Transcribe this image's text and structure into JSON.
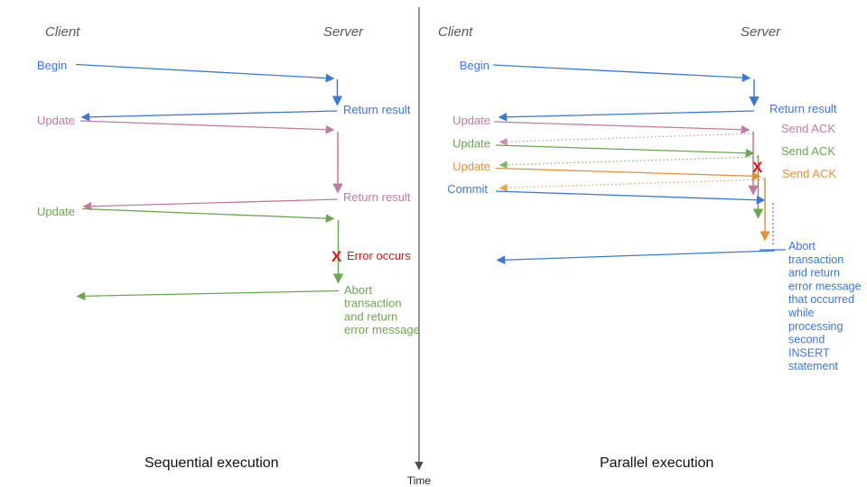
{
  "palette": {
    "blue": "#3c78d8",
    "pink": "#c27ba0",
    "green": "#6aa84f",
    "orange": "#e69138",
    "red": "#ee1111",
    "header_gray": "#595959",
    "axis_gray": "#4d4d4d"
  },
  "time_axis": {
    "label": "Time"
  },
  "left": {
    "title": "Sequential execution",
    "client_header": "Client",
    "server_header": "Server",
    "messages": {
      "begin": "Begin",
      "return_result_1": "Return result",
      "update_1": "Update",
      "return_result_2": "Return result",
      "update_2": "Update"
    },
    "error": {
      "x_icon": "X",
      "label": "Error occurs"
    },
    "abort_lines": [
      "Abort",
      "transaction",
      "and return",
      "error message"
    ]
  },
  "right": {
    "title": "Parallel execution",
    "client_header": "Client",
    "server_header": "Server",
    "messages": {
      "begin": "Begin",
      "return_result": "Return result",
      "update_1": "Update",
      "send_ack_1": "Send ACK",
      "update_2": "Update",
      "send_ack_2": "Send ACK",
      "update_3": "Update",
      "send_ack_3": "Send ACK",
      "commit": "Commit"
    },
    "error": {
      "x_icon": "X"
    },
    "abort_lines": [
      "Abort",
      "transaction",
      "and return",
      "error message",
      "that occurred",
      "while",
      "processing",
      "second",
      "INSERT",
      "statement"
    ]
  }
}
